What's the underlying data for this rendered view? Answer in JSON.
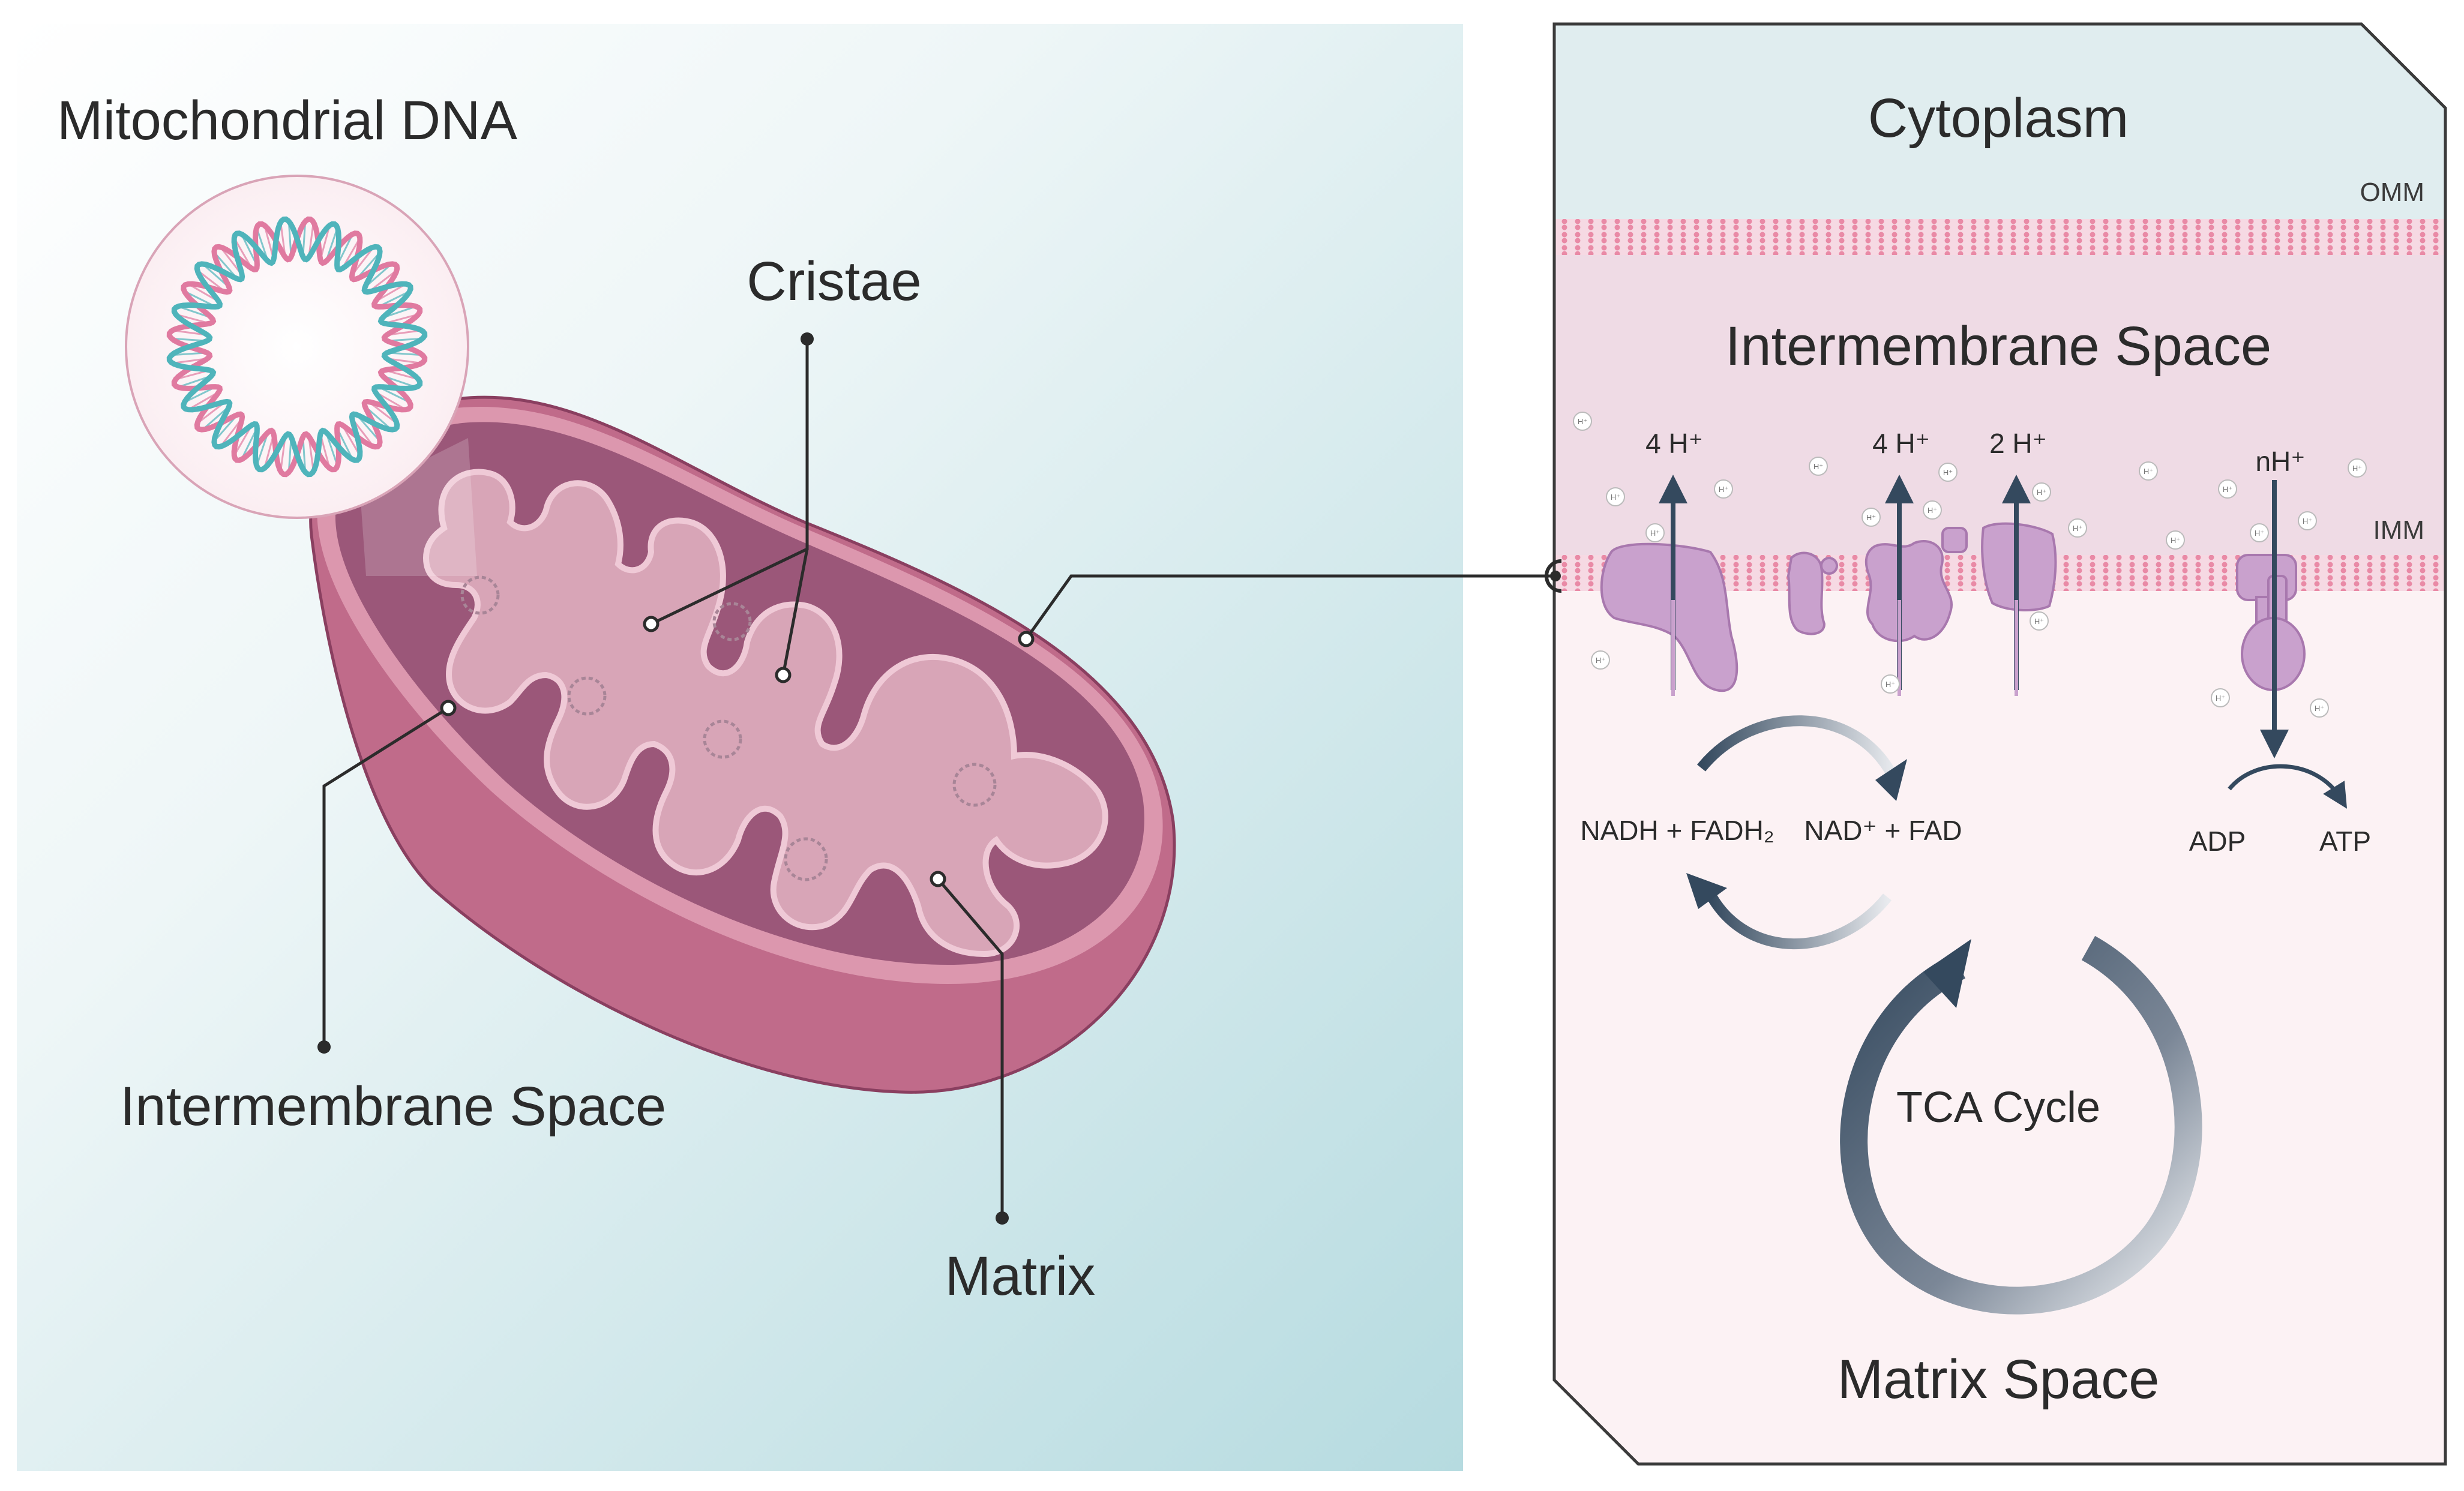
{
  "left_panel": {
    "labels": {
      "mtdna": "Mitochondrial DNA",
      "cristae": "Cristae",
      "intermembrane": "Intermembrane Space",
      "matrix": "Matrix"
    }
  },
  "right_panel": {
    "cytoplasm": "Cytoplasm",
    "omm": "OMM",
    "intermembrane": "Intermembrane Space",
    "imm": "IMM",
    "pumps": [
      {
        "label": "4 H⁺"
      },
      {
        "label": "4 H⁺"
      },
      {
        "label": "2 H⁺"
      },
      {
        "label": "nH⁺"
      }
    ],
    "proton_symbol": "H⁺",
    "nadh": "NADH + FADH₂",
    "nad": "NAD⁺ + FAD",
    "adp": "ADP",
    "atp": "ATP",
    "tca": "TCA Cycle",
    "matrix_space": "Matrix Space"
  },
  "colors": {
    "left_bg_light": "#f7fbfb",
    "left_bg_teal": "#b9dde2",
    "membrane_outer": "#c06b8a",
    "membrane_dark": "#9a5778",
    "matrix_fill": "#dfaabd",
    "protein": "#c9a1cd",
    "arrow_navy": "#34495e",
    "cytoplasm_bg": "#e0edef",
    "ims_bg": "#efdbe5",
    "matrix_bg": "#fcf2f4",
    "text": "#2b2b2b",
    "dna_pink": "#e07aa0",
    "dna_teal": "#4fb4bb"
  }
}
